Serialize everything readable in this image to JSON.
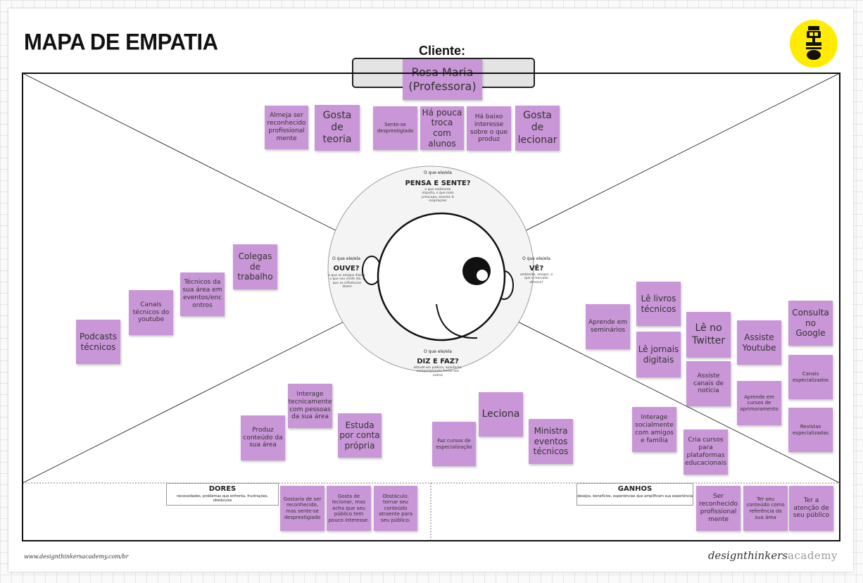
{
  "title": "MAPA DE EMPATIA",
  "cliente": {
    "label": "Cliente:",
    "name": "Rosa Maria (Professora)"
  },
  "colors": {
    "sticky": "#c996d7",
    "logo": "#ffec00"
  },
  "icons": [
    "academy-logo-icon",
    "face-eye-icon"
  ],
  "quadrants": {
    "pensa": {
      "pre": "O que ele/ela",
      "title": "PENSA E SENTE?",
      "desc": "o que realmente importa, o que mais preocupa, anseios & inspirações"
    },
    "ouve": {
      "pre": "O que ele/ela",
      "title": "OUVE?",
      "desc": "o que os amigos dizem, o que seu chefe diz, o que os influências dizem"
    },
    "ve": {
      "pre": "O que ele/ela",
      "title": "VÊ?",
      "desc": "ambiente, amigos, o que o mercado oferece?"
    },
    "diz": {
      "pre": "O que ele/ela",
      "title": "DIZ E FAZ?",
      "desc": "atitude em público, aparência, comportamento frente aos outros"
    }
  },
  "notes": {
    "pensa": [
      "Almeja ser reconhecido profissional mente",
      "Gosta de teoria",
      "Sente-se desprestigiado",
      "Há pouca troca com alunos",
      "Há baixo interesse sobre o que produz",
      "Gosta de lecionar"
    ],
    "ouve": [
      "Colegas de trabalho",
      "Técnicos da sua área em eventos/enc ontros",
      "Canais técnicos do youtube",
      "Podcasts técnicos"
    ],
    "ve": [
      "Aprende em seminários",
      "Lê livros técnicos",
      "Lê jornais digitais",
      "Lê no Twitter",
      "Assiste canais de notícia",
      "Assiste Youtube",
      "Aprende em cursos de aprimoramento",
      "Consulta no Google",
      "Canais especializados",
      "Revistas especializadas"
    ],
    "diz": [
      "Interage tecnicamente com pessoas da sua área",
      "Produz conteúdo da sua área",
      "Estuda por conta própria",
      "Faz cursos de especialização",
      "Leciona",
      "Ministra eventos técnicos",
      "Interage socialmente com amigos e família",
      "Cria cursos para plataformas educacionais"
    ],
    "dores": [
      "Gostaria de ser reconhecido, mas sente-se desprestigiado",
      "Gosta de lecionar, mas acha que seu público tem pouco interesse.",
      "Obstáculo: tornar seu conteúdo atraente para seu público."
    ],
    "ganhos": [
      "Ser reconhecido profissional mente",
      "Ter seu conteúdo como referência da sua área",
      "Ter a atenção de seu público"
    ]
  },
  "dores": {
    "title": "DORES",
    "desc": "necessidades, problemas que enfrenta, frustrações, obstáculos"
  },
  "ganhos": {
    "title": "GANHOS",
    "desc": "desejos, benefícios, experiências que amplificam sua experiência"
  },
  "footer": {
    "url": "www.designthinkersacademy.com/br",
    "brand_a": "designthinkers",
    "brand_b": "academy"
  }
}
